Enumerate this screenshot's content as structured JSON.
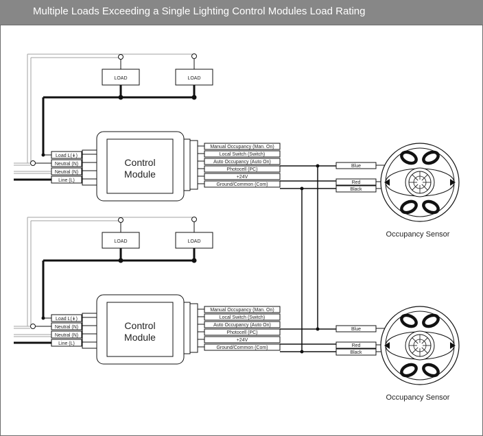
{
  "title": "Multiple Loads Exceeding a Single Lighting Control Modules Load Rating",
  "colors": {
    "title_bar": "#878787",
    "wire": "#111111",
    "light_wire": "#a0a0a0"
  },
  "load_label": "LOAD",
  "control_module": {
    "line1": "Control",
    "line2": "Module"
  },
  "input_terminals": [
    "Load L(↡)",
    "Neutral (N)",
    "Neutral (N)",
    "Line (L)"
  ],
  "output_terminals": [
    "Manual Occupancy (Man. On)",
    "Local Switch (Switch)",
    "Auto Occupancy (Auto On)",
    "Photocell (PC)",
    "+24V",
    "Ground/Common (Com)"
  ],
  "sensor_wires": [
    "Blue",
    "Red",
    "Black"
  ],
  "sensor_label": "Occupancy Sensor"
}
